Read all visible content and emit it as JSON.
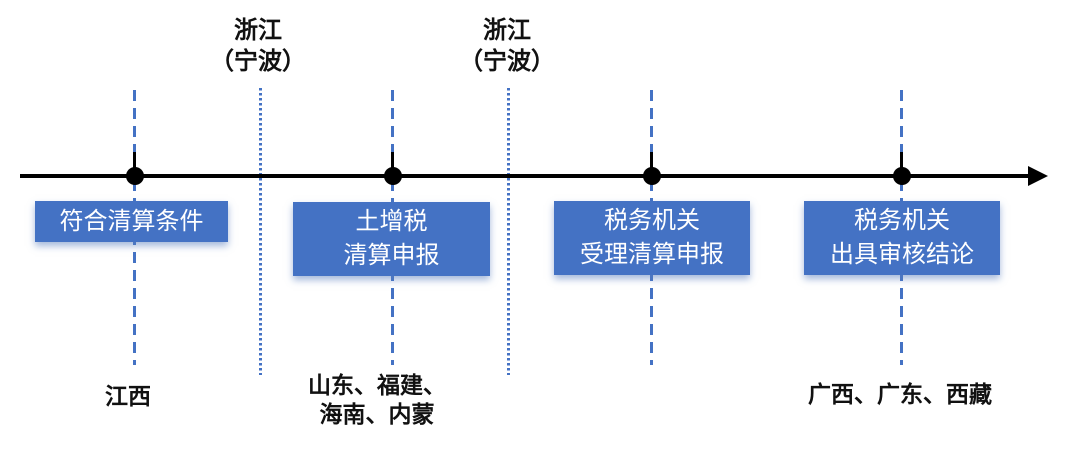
{
  "colors": {
    "box_blue": "#4472C4",
    "guide_blue": "#4472C4",
    "timeline_black": "#000000"
  },
  "top_annotations": [
    {
      "line1": "浙江",
      "line2": "（宁波）"
    },
    {
      "line1": "浙江",
      "line2": "（宁波）"
    }
  ],
  "milestones": [
    {
      "box_line1": "符合清算条件",
      "box_line2": "",
      "note_line1": "江西",
      "note_line2": ""
    },
    {
      "box_line1": "土增税",
      "box_line2": "清算申报",
      "note_line1": "山东、福建、",
      "note_line2": "海南、内蒙"
    },
    {
      "box_line1": "税务机关",
      "box_line2": "受理清算申报",
      "note_line1": "",
      "note_line2": ""
    },
    {
      "box_line1": "税务机关",
      "box_line2": "出具审核结论",
      "note_line1": "广西、广东、西藏",
      "note_line2": ""
    }
  ]
}
